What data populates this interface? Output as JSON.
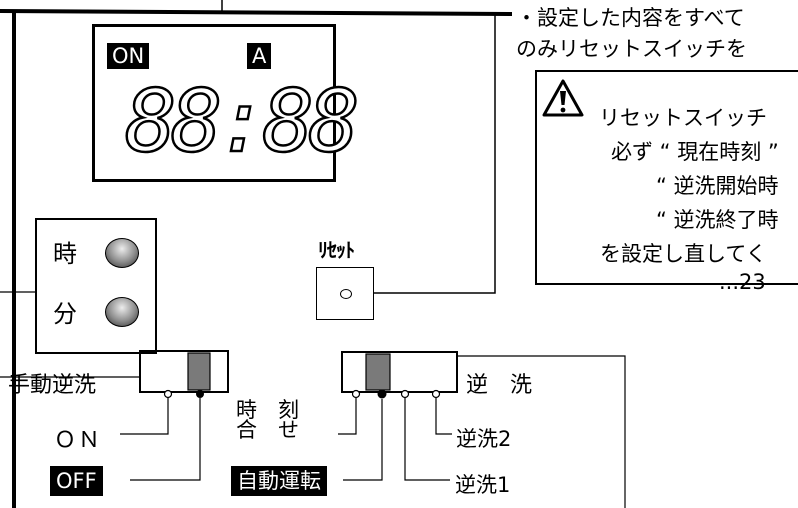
{
  "display": {
    "on_tag": "ON",
    "a_tag": "A",
    "digits": "88:88"
  },
  "keys": {
    "hour_label": "時",
    "minute_label": "分"
  },
  "reset": {
    "label": "ﾘｾｯﾄ"
  },
  "manual_switch": {
    "label": "手動逆洗",
    "on_label": "ＯＮ",
    "off_label": "OFF"
  },
  "mode_switch": {
    "label": "逆　洗",
    "time_set_top": "時　刻",
    "time_set_bottom": "合　せ",
    "auto_label": "自動運転",
    "backwash1": "逆洗1",
    "backwash2": "逆洗2"
  },
  "note": {
    "line1": "・設定した内容をすべて",
    "line2": "のみリセットスイッチを",
    "warning_title": "リセットスイッチ",
    "line3": "必ず “ 現在時刻 ”",
    "line4": "“ 逆洗開始時",
    "line5": "“ 逆洗終了時",
    "line6": "を設定し直してく",
    "line7": "...23"
  },
  "icons": {
    "warning": "warning-triangle-icon",
    "knob": "round-button-icon"
  }
}
